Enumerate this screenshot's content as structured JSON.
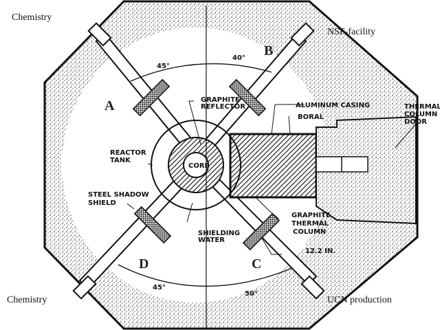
{
  "corners": {
    "top_left": "Chemistry",
    "top_right": "NSF-facility",
    "bottom_left": "Chemistry",
    "bottom_right": "UCN production"
  },
  "ports": {
    "a": "A",
    "b": "B",
    "c": "C",
    "d": "D"
  },
  "angles": {
    "top_left": "45°",
    "top_right": "40°",
    "bottom_left": "45°",
    "bottom_right": "50°"
  },
  "labels": {
    "graphite_reflector_1": "GRAPHITE",
    "graphite_reflector_2": "REFLECTOR",
    "aluminum_casing": "ALUMINUM CASING",
    "boral": "BORAL",
    "thermal_door_1": "THERMAL",
    "thermal_door_2": "COLUMN",
    "thermal_door_3": "DOOR",
    "reactor_tank_1": "REACTOR",
    "reactor_tank_2": "TANK",
    "core": "CORE",
    "steel_shadow_1": "STEEL SHADOW",
    "steel_shadow_2": "SHIELD",
    "shielding_water_1": "SHIELDING",
    "shielding_water_2": "WATER",
    "graphite_column_1": "GRAPHITE",
    "graphite_column_2": "THERMAL",
    "graphite_column_3": "COLUMN",
    "dimension": "12.2 IN."
  }
}
